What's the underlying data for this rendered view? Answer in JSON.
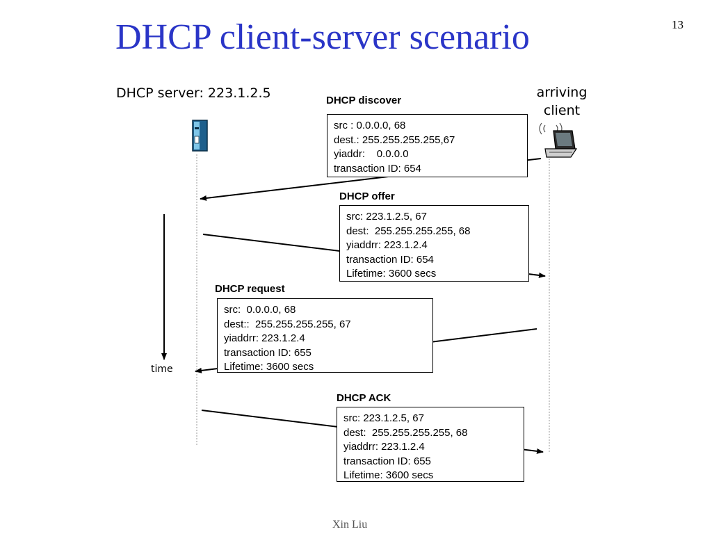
{
  "slide": {
    "title": "DHCP client-server scenario",
    "number": "13",
    "footer": "Xin Liu"
  },
  "diagram": {
    "server_label": "DHCP server: 223.1.2.5",
    "client_label": "arriving client",
    "time_label": "time",
    "messages": [
      {
        "label": "DHCP discover",
        "lines": [
          "src : 0.0.0.0, 68",
          "dest.: 255.255.255.255,67",
          "yiaddr:    0.0.0.0",
          "transaction ID: 654"
        ]
      },
      {
        "label": "DHCP offer",
        "lines": [
          "src: 223.1.2.5, 67",
          "dest:  255.255.255.255, 68",
          "yiaddrr: 223.1.2.4",
          "transaction ID: 654",
          "Lifetime: 3600 secs"
        ]
      },
      {
        "label": "DHCP request",
        "lines": [
          "src:  0.0.0.0, 68",
          "dest::  255.255.255.255, 67",
          "yiaddrr: 223.1.2.4",
          "transaction ID: 655",
          "Lifetime: 3600 secs"
        ]
      },
      {
        "label": "DHCP ACK",
        "lines": [
          "src: 223.1.2.5, 67",
          "dest:  255.255.255.255, 68",
          "yiaddrr: 223.1.2.4",
          "transaction ID: 655",
          "Lifetime: 3600 secs"
        ]
      }
    ]
  }
}
